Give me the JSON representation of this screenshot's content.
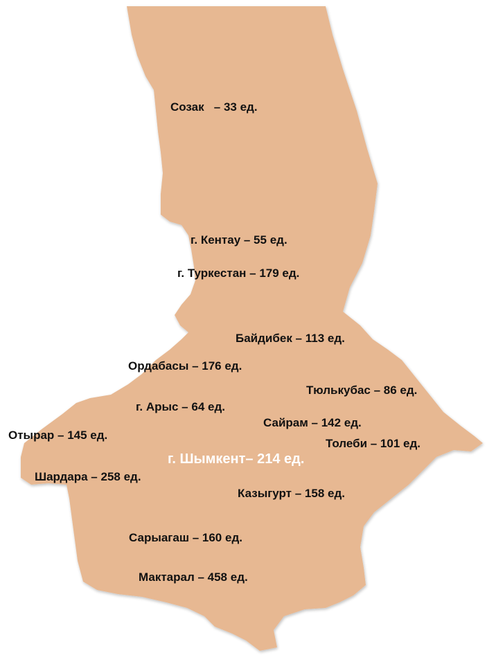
{
  "map": {
    "fill_color": "#E7B892",
    "highlight_color": "#ffffff",
    "text_color": "#111111",
    "labels": [
      {
        "key": "sozak",
        "text": "Созак   – 33 ед."
      },
      {
        "key": "kentau",
        "text": "г. Кентау – 55 ед."
      },
      {
        "key": "turkestan",
        "text": "г. Туркестан – 179 ед."
      },
      {
        "key": "baydibek",
        "text": "Байдибек – 113 ед."
      },
      {
        "key": "ordabasy",
        "text": "Ордабасы – 176 ед."
      },
      {
        "key": "tyulkubas",
        "text": "Тюлькубас – 86 ед."
      },
      {
        "key": "arys",
        "text": "г. Арыс – 64 ед."
      },
      {
        "key": "sayram",
        "text": "Сайрам – 142 ед."
      },
      {
        "key": "otyrar",
        "text": "Отырар – 145 ед."
      },
      {
        "key": "tolebi",
        "text": "Толеби – 101 ед."
      },
      {
        "key": "shymkent",
        "text": "г. Шымкент– 214 ед."
      },
      {
        "key": "shardara",
        "text": "Шардара – 258 ед."
      },
      {
        "key": "kazygurt",
        "text": "Казыгурт – 158 ед."
      },
      {
        "key": "saryagash",
        "text": "Сарыагаш – 160 ед."
      },
      {
        "key": "maktaral",
        "text": "Мактарал – 458 ед."
      }
    ]
  }
}
